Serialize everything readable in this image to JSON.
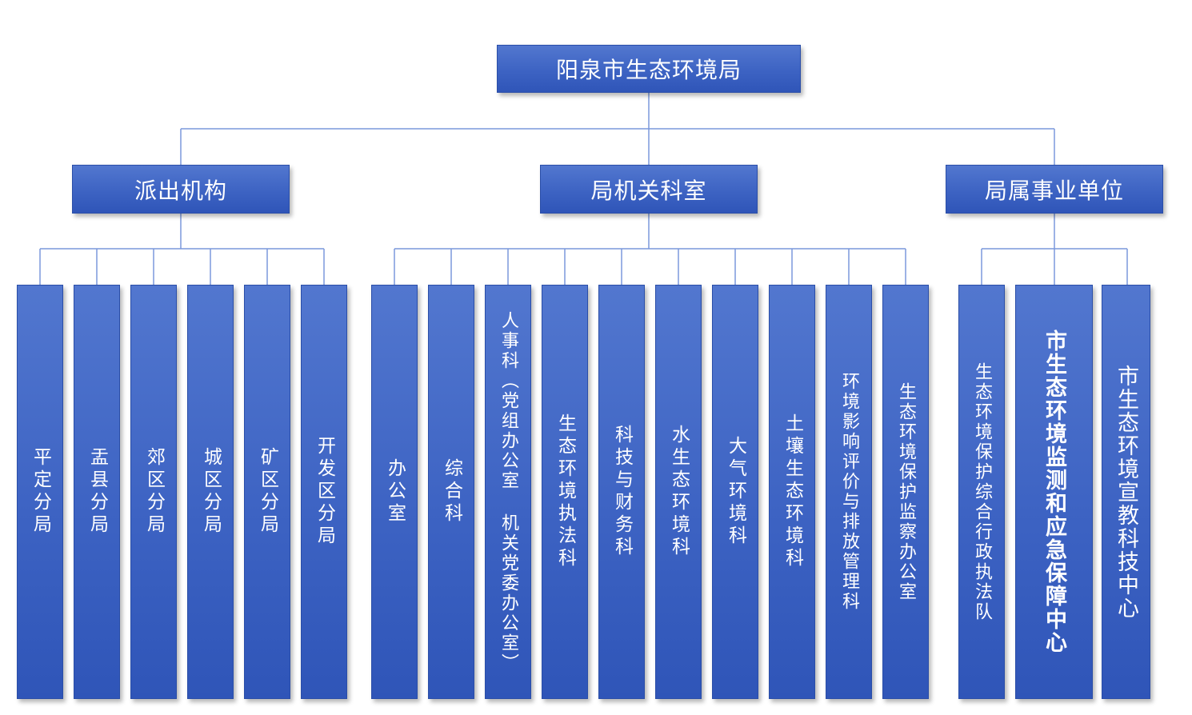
{
  "root": {
    "label": "阳泉市生态环境局"
  },
  "groups": [
    {
      "label": "派出机构",
      "children": [
        "平定分局",
        "盂县分局",
        "郊区分局",
        "城区分局",
        "矿区分局",
        "开发区分局"
      ]
    },
    {
      "label": "局机关科室",
      "children": [
        "办公室",
        "综合科",
        "人事科（党组办公室 机关党委办公室）",
        "生态环境执法科",
        "科技与财务科",
        "水生态环境科",
        "大气环境科",
        "土壤生态环境科",
        "环境影响评价与排放管理科",
        "生态环境保护监察办公室"
      ]
    },
    {
      "label": "局属事业单位",
      "children": [
        "生态环境保护综合行政执法队",
        "市生态环境监测和应急保障中心",
        "市生态环境宣教科技中心"
      ]
    }
  ],
  "colors": {
    "box_fill": "#4066c6",
    "line": "#6f8fd8"
  }
}
